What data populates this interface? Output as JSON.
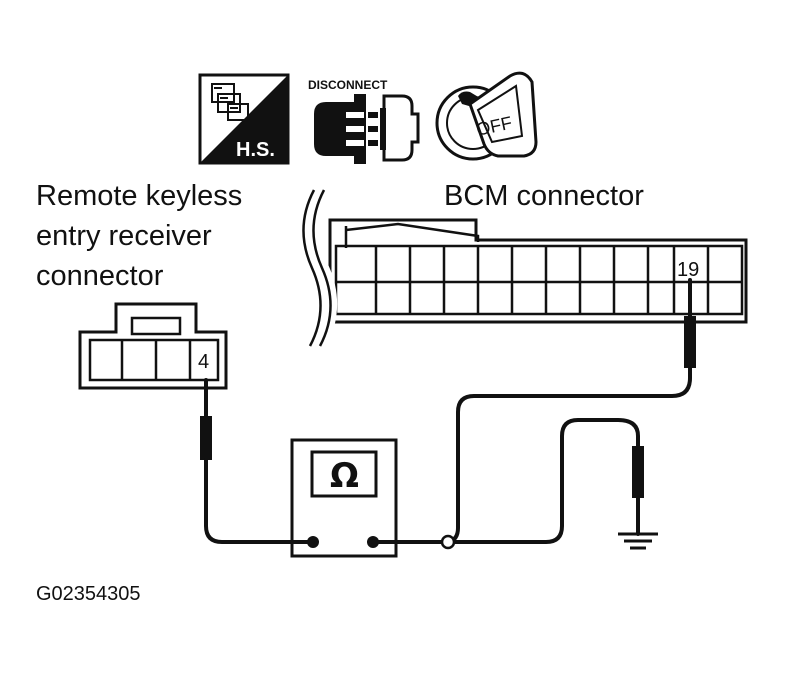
{
  "icons": {
    "harness_side_label": "H.S.",
    "disconnect_label": "DISCONNECT",
    "ignition_label": "OFF"
  },
  "labels": {
    "receiver_line1": "Remote keyless",
    "receiver_line2": "entry receiver",
    "receiver_line3": "connector",
    "bcm_connector": "BCM connector",
    "receiver_pin": "4",
    "bcm_pin": "19",
    "meter_symbol": "Ω",
    "figure_code": "G02354305"
  }
}
